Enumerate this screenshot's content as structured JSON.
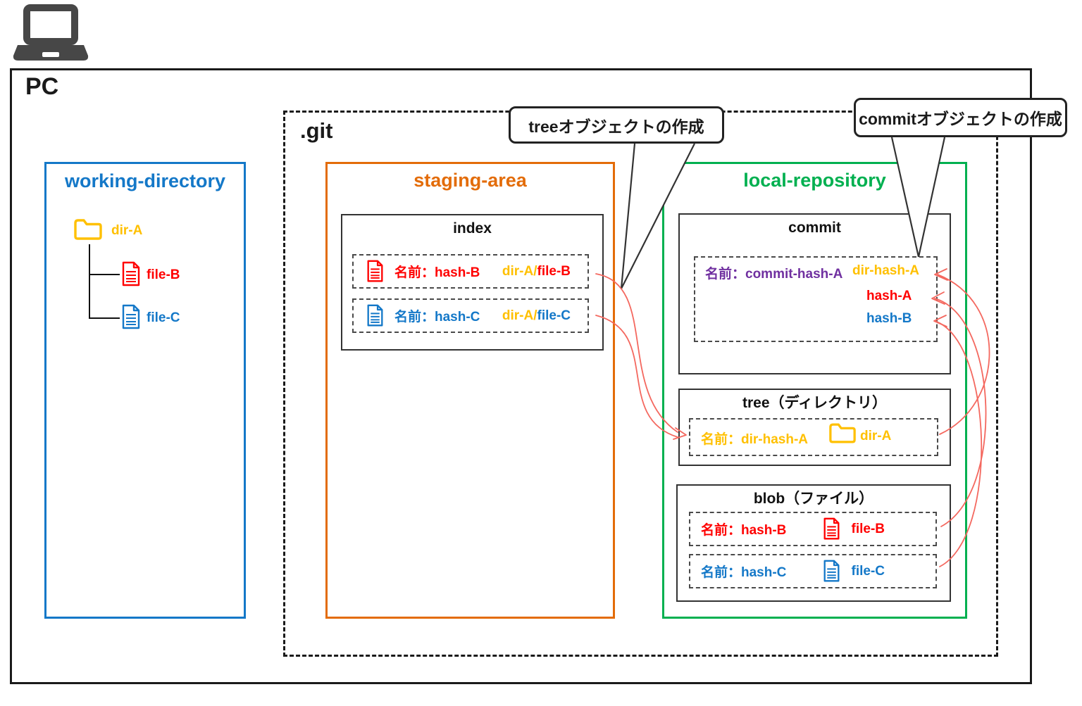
{
  "window": {
    "pc_label": "PC",
    "git_label": ".git"
  },
  "working_directory": {
    "title": "working-directory",
    "dir_label": "dir-A",
    "files": [
      {
        "label": "file-B"
      },
      {
        "label": "file-C"
      }
    ]
  },
  "staging_area": {
    "title": "staging-area",
    "index": {
      "title": "index",
      "entries": [
        {
          "name": "名前：hash-B",
          "path_dir": "dir-A/",
          "path_file": "file-B"
        },
        {
          "name": "名前：hash-C",
          "path_dir": "dir-A/",
          "path_file": "file-C"
        }
      ]
    }
  },
  "local_repository": {
    "title": "local-repository",
    "commit": {
      "title": "commit",
      "name": "名前：commit-hash-A",
      "refs": [
        "dir-hash-A",
        "hash-A",
        "hash-B"
      ]
    },
    "tree": {
      "title": "tree（ディレクトリ）",
      "name": "名前：dir-hash-A",
      "dir_label": "dir-A"
    },
    "blob": {
      "title": "blob（ファイル）",
      "entries": [
        {
          "name": "名前：hash-B",
          "file": "file-B"
        },
        {
          "name": "名前：hash-C",
          "file": "file-C"
        }
      ]
    }
  },
  "callouts": {
    "tree_label": "treeオブジェクトの作成",
    "commit_label": "commitオブジェクトの作成"
  },
  "colors": {
    "blue": "#1478C8",
    "orange": "#E36C09",
    "green": "#00B050",
    "yellow": "#FFC000",
    "red": "#FF0000",
    "purple": "#7030A0",
    "arrow_red": "#F4685F",
    "black": "#1A1A1A"
  }
}
